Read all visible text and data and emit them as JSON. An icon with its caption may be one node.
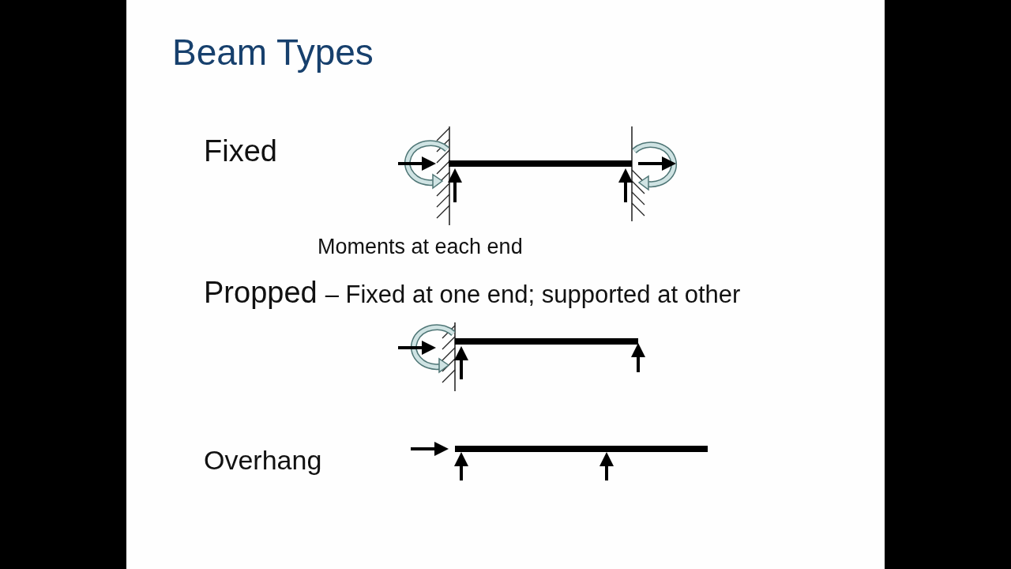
{
  "diagram": {
    "title": "Beam Types",
    "labels": [
      "Fixed",
      "Moments at each end",
      "Propped",
      "– Fixed at one end; supported at other",
      "Overhang"
    ]
  }
}
